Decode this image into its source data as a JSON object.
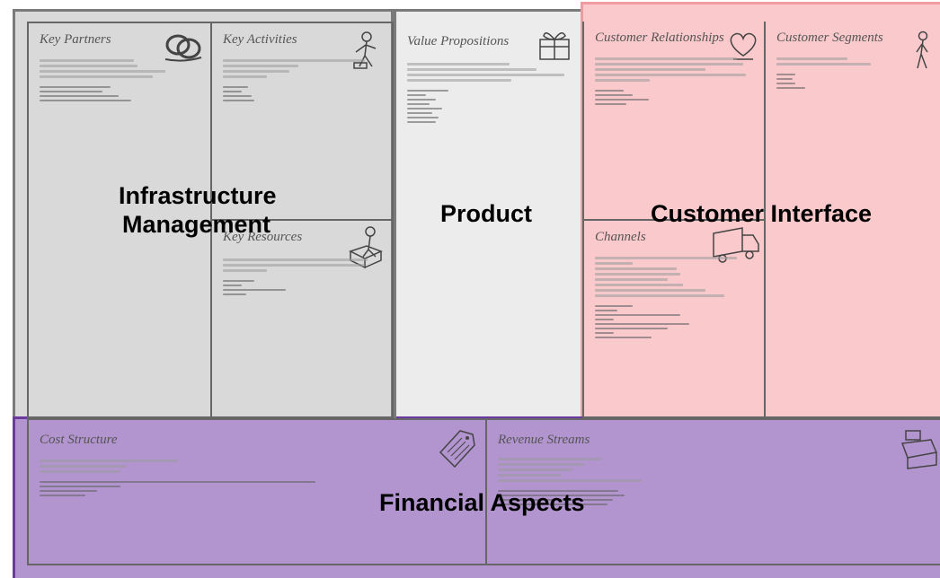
{
  "blocks": {
    "key_partners": "Key Partners",
    "key_activities": "Key Activities",
    "key_resources": "Key Resources",
    "value_propositions": "Value Propositions",
    "customer_relationships": "Customer Relationships",
    "customer_segments": "Customer Segments",
    "channels": "Channels",
    "cost_structure": "Cost Structure",
    "revenue_streams": "Revenue Streams"
  },
  "zones": {
    "infrastructure_line1": "Infrastructure",
    "infrastructure_line2": "Management",
    "product": "Product",
    "customer_interface": "Customer Interface",
    "financial": "Financial Aspects"
  },
  "colors": {
    "infrastructure": "#d9d9d9",
    "product": "#ececec",
    "customer": "#f9c9cc",
    "financial": "#b294cf"
  },
  "icons": {
    "key_partners": "chain-link-icon",
    "key_activities": "worker-icon",
    "key_resources": "forklift-worker-icon",
    "value_propositions": "gift-icon",
    "customer_relationships": "heart-icon",
    "customer_segments": "person-icon",
    "channels": "delivery-truck-icon",
    "cost_structure": "price-tag-icon",
    "revenue_streams": "cash-register-icon"
  }
}
